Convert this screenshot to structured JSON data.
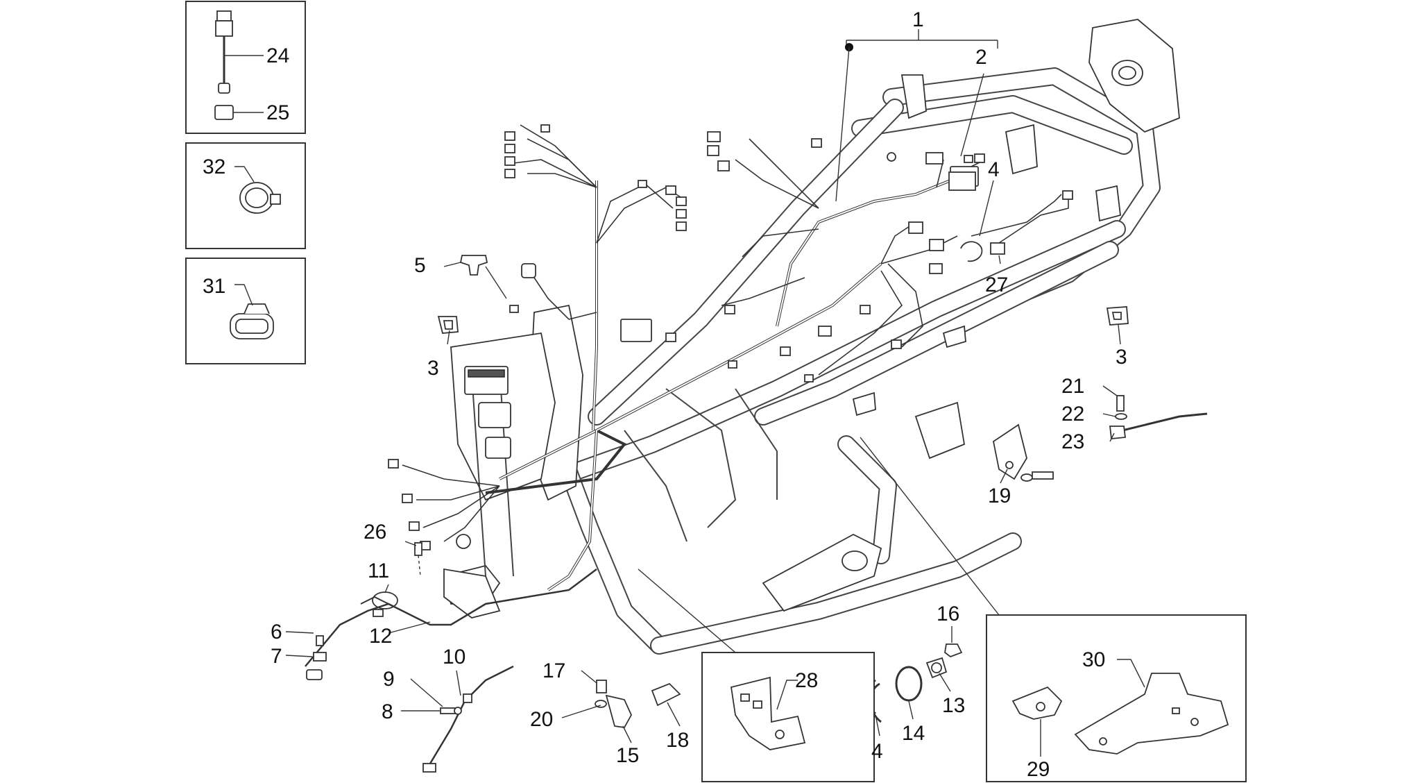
{
  "labels": {
    "l1": "1",
    "l2": "2",
    "l3a": "3",
    "l3b": "3",
    "l4a": "4",
    "l4b": "4",
    "l5": "5",
    "l6": "6",
    "l7": "7",
    "l8": "8",
    "l9": "9",
    "l10": "10",
    "l11": "11",
    "l12": "12",
    "l13": "13",
    "l14": "14",
    "l15": "15",
    "l16": "16",
    "l17": "17",
    "l18": "18",
    "l19": "19",
    "l20": "20",
    "l21": "21",
    "l22": "22",
    "l23": "23",
    "l24": "24",
    "l25": "25",
    "l26": "26",
    "l27": "27",
    "l28": "28",
    "l29": "29",
    "l30": "30",
    "l31": "31",
    "l32": "32"
  }
}
